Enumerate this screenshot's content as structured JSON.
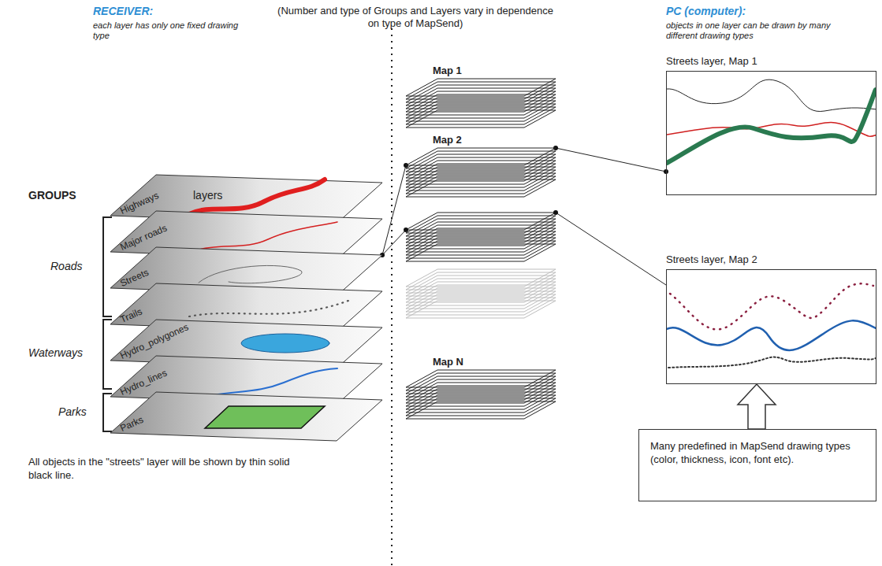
{
  "diagram": {
    "nodes": [
      {
        "text": [
          "Highways"
        ]
      },
      {
        "text": [
          "Major roads"
        ]
      },
      {
        "text": [
          "Streets"
        ]
      },
      {
        "text": [
          "Trails"
        ]
      },
      {
        "text": [
          "Hydro_polygones"
        ]
      },
      {
        "text": [
          "Hydro_lines"
        ]
      },
      {
        "text": [
          "Parks"
        ]
      },
      {
        "text": [
          "Map 1"
        ]
      },
      {
        "text": [
          "Map 2"
        ]
      },
      {
        "text": [
          "Map N"
        ]
      },
      {
        "text": [
          "Streets layer, Map 1"
        ]
      },
      {
        "text": [
          "Streets layer, Map 2"
        ]
      },
      {
        "text": [
          "Many predefined in MapSend drawing types (color, thickness, icon, font etc)."
        ]
      }
    ],
    "edges": [
      {
        "from": 2,
        "to": 8,
        "arrow": "none"
      },
      {
        "from": 8,
        "to": 10,
        "arrow": "none"
      },
      {
        "from": 12,
        "to": 11,
        "arrow": "to"
      }
    ],
    "labels": [
      "RECEIVER:",
      "each layer has only one fixed drawing type",
      "(Number and type of Groups and Layers vary in dependence on type of MapSend)",
      "PC (computer):",
      "objects in one layer can be drawn by many different drawing types",
      "GROUPS",
      "layers",
      "Roads",
      "Waterways",
      "Parks",
      "All objects in the \"streets\" layer will be shown by thin solid black line."
    ]
  }
}
